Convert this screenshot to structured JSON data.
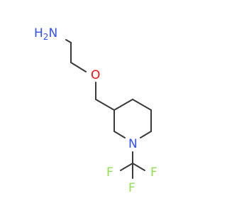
{
  "molecule": {
    "atoms": {
      "amine_h2": {
        "text": "H2N",
        "color": "#3050f8"
      },
      "ether_o": {
        "text": "O",
        "color": "#ff0d0d"
      },
      "ring_n": {
        "text": "N",
        "color": "#3050f8"
      },
      "fluorine_1": {
        "text": "F",
        "color": "#90e050"
      },
      "fluorine_2": {
        "text": "F",
        "color": "#90e050"
      },
      "fluorine_3": {
        "text": "F",
        "color": "#90e050"
      }
    },
    "bond_color": "#3a3a3a"
  }
}
